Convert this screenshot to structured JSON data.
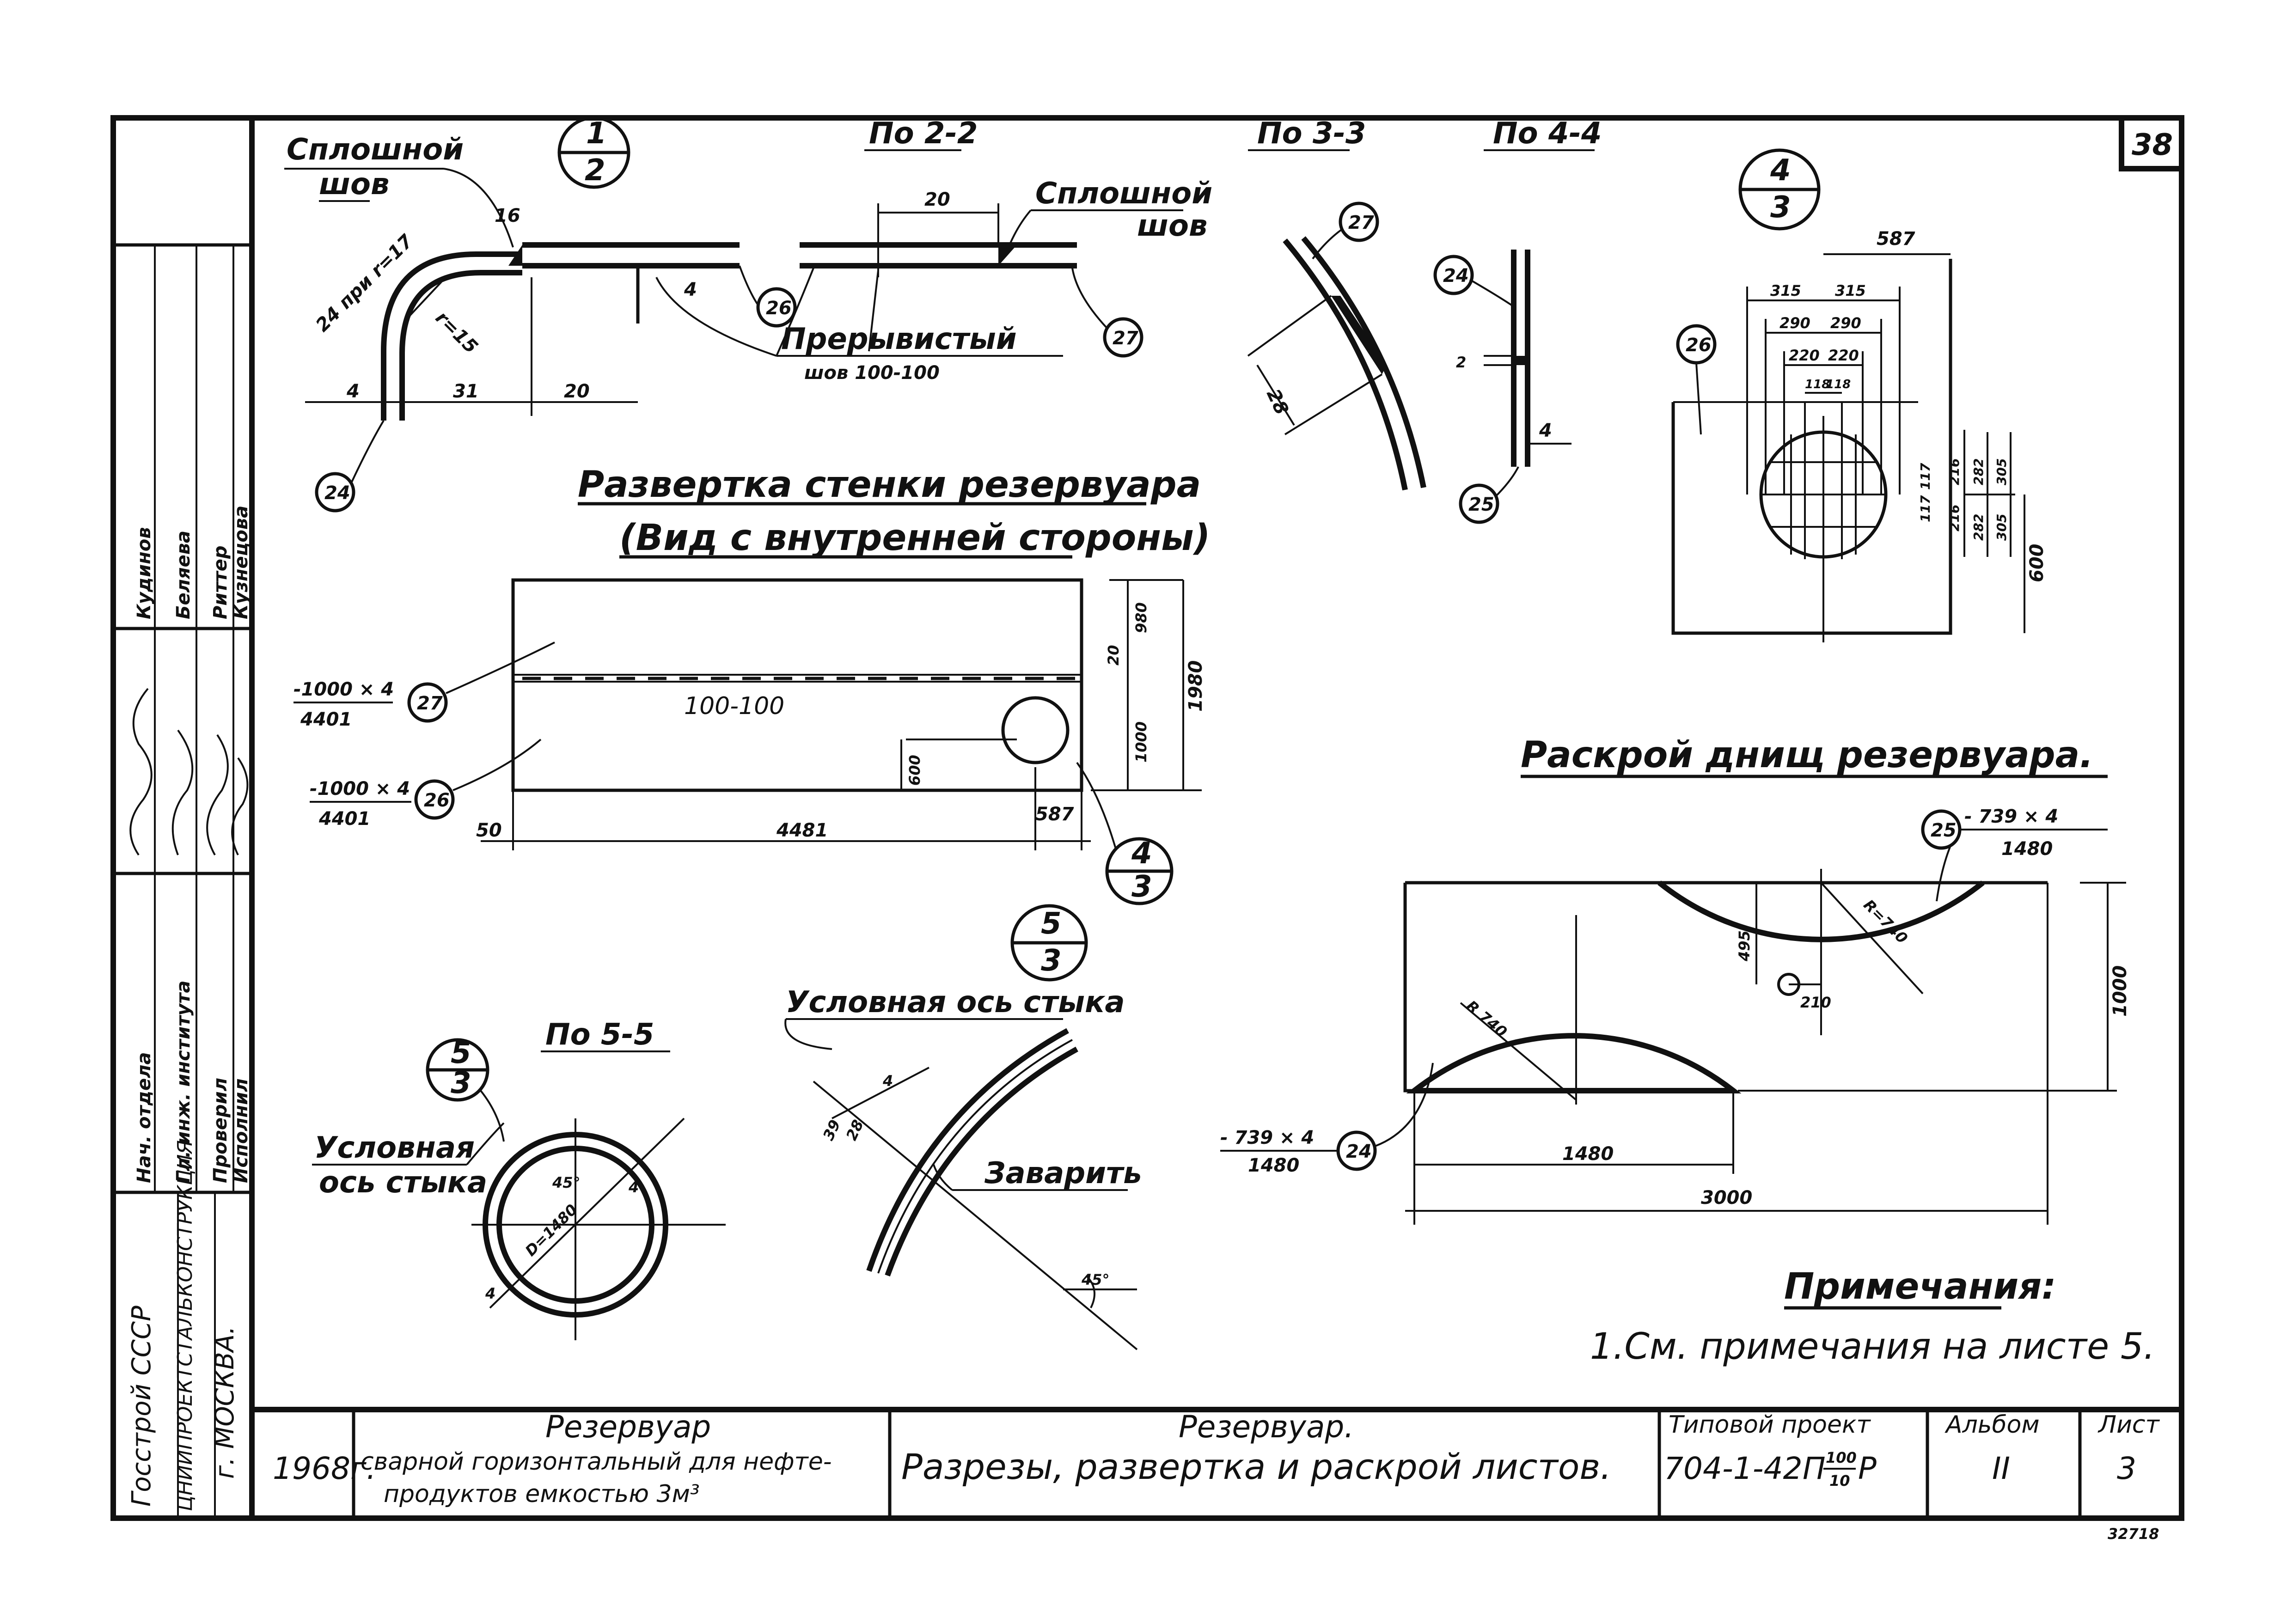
{
  "sheet": {
    "page_number": "38",
    "stamp": "32718"
  },
  "title_block": {
    "year": "1968г.",
    "object_name": "Резервуар",
    "object_desc_1": "сварной горизонтальный для нефте-",
    "object_desc_2": "продуктов емкостью 3м³",
    "sheet_title_1": "Резервуар.",
    "sheet_title_2": "Разрезы, развертка и раскрой листов.",
    "project_label": "Типовой проект",
    "project_code": "704-1-42",
    "project_code_suffix_top": "100",
    "project_code_suffix_bottom": "10",
    "project_code_prefix": "П",
    "project_code_tail": "Р",
    "album_label": "Альбом",
    "album_value": "II",
    "sheet_label": "Лист",
    "sheet_value": "3"
  },
  "left_stamp": {
    "org_1": "Госстрой СССР",
    "org_2": "ЦНИИПРОЕКТСТАЛЬКОНСТРУКЦИЯ",
    "org_3": "г. МОСКВА.",
    "roles": [
      "Нач. отдела",
      "Гл. инж. института",
      "Проверил",
      "Исполнил"
    ],
    "names": [
      "Кудинов",
      "Беляева",
      "Риттер",
      "Кузнецова"
    ]
  },
  "detail_1_2": {
    "marker_top": "1",
    "marker_bottom": "2",
    "label_solid_weld_1": "Сплошной",
    "label_solid_weld_2": "шов",
    "dim_radius_outer": "24 при r=17",
    "dim_radius_inner": "r=15",
    "dim_16": "16",
    "dim_4": "4",
    "dim_31": "31",
    "dim_20": "20",
    "ref_24": "24",
    "ref_26": "26"
  },
  "section_2_2": {
    "title": "По 2-2",
    "dim_20": "20",
    "label_solid_weld_1": "Сплошной",
    "label_solid_weld_2": "шов",
    "label_interrupted_1": "Прерывистый",
    "label_interrupted_2": "шов  100-100",
    "ref_27": "27"
  },
  "section_3_3": {
    "title": "По 3-3",
    "ref_27": "27",
    "dim_28": "28"
  },
  "section_4_4": {
    "title": "По 4-4",
    "ref_24": "24",
    "ref_25": "25",
    "dim_2": "2",
    "dim_4": "4"
  },
  "detail_4_3": {
    "marker_top": "4",
    "marker_bottom": "3",
    "ref_26": "26",
    "dim_587": "587",
    "dim_315a": "315",
    "dim_315b": "315",
    "dim_290a": "290",
    "dim_290b": "290",
    "dim_220a": "220",
    "dim_220b": "220",
    "dim_118a": "118",
    "dim_118b": "118",
    "dim_117a": "117",
    "dim_117b": "117",
    "dim_216a": "216",
    "dim_216b": "216",
    "dim_282a": "282",
    "dim_282b": "282",
    "dim_305a": "305",
    "dim_305b": "305",
    "dim_600": "600"
  },
  "wall_development": {
    "title_1": "Развертка стенки резервуара",
    "title_2": "(Вид с внутренней стороны)",
    "plate_27_top": "-1000 × 4",
    "plate_27_bottom": "4401",
    "ref_27": "27",
    "plate_26_top": "-1000 × 4",
    "plate_26_bottom": "4401",
    "ref_26": "26",
    "weld_label": "100-100",
    "dim_980": "980",
    "dim_20": "20",
    "dim_1980": "1980",
    "dim_1000": "1000",
    "dim_600": "600",
    "dim_50": "50",
    "dim_4481": "4481",
    "dim_587": "587",
    "marker_top": "4",
    "marker_bottom": "3"
  },
  "bottoms_cutting": {
    "title": "Раскрой днищ резервуара.",
    "ref_25": "25",
    "plate_25_top": "- 739 × 4",
    "plate_25_bottom": "1480",
    "ref_24": "24",
    "plate_24_top": "- 739 × 4",
    "plate_24_bottom": "1480",
    "dim_495": "495",
    "dim_R_right": "R=740",
    "dim_R_left": "R 740",
    "dim_210": "210",
    "dim_1000": "1000",
    "dim_1480": "1480",
    "dim_3000": "3000"
  },
  "section_5_5": {
    "title": "По 5-5",
    "marker_top": "5",
    "marker_bottom": "3",
    "label_axis_1": "Условная",
    "label_axis_2": "ось стыка",
    "dim_angle": "45°",
    "dim_diam": "D=1480",
    "dim_4a": "4",
    "dim_4b": "4"
  },
  "detail_5_3": {
    "marker_top": "5",
    "marker_bottom": "3",
    "label_axis": "Условная ось стыка",
    "dim_39": "39",
    "dim_28": "28",
    "dim_4": "4",
    "label_weld": "Заварить",
    "dim_angle": "45°"
  },
  "notes": {
    "title": "Примечания:",
    "item_1": "1.См. примечания на листе 5."
  }
}
